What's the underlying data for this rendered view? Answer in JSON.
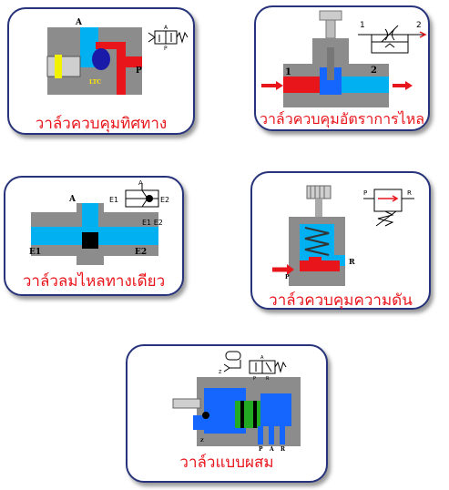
{
  "cards": [
    {
      "caption": "วาล์วควบคุมทิศทาง",
      "labels": {
        "a": "A",
        "p": "P",
        "ltc": "LTC"
      },
      "symbol_labels": {
        "a": "A",
        "p": "P"
      }
    },
    {
      "caption": "วาล์วควบคุมอัตราการไหล",
      "labels": {
        "port1": "1",
        "port2": "2"
      },
      "symbol_labels": {
        "port1": "1",
        "port2": "2"
      }
    },
    {
      "caption": "วาล์วลมไหลทางเดียว",
      "labels": {
        "a": "A",
        "e1": "E1",
        "e2": "E2"
      },
      "symbol_labels": {
        "a": "A",
        "e1": "E1",
        "e2": "E2",
        "combined": "E1 E2"
      }
    },
    {
      "caption": "วาล์วควบคุมความดัน",
      "labels": {
        "r": "R",
        "p": "P"
      },
      "symbol_labels": {
        "p": "P",
        "r": "R"
      }
    },
    {
      "caption": "วาล์วแบบผสม",
      "labels": {
        "z": "Z",
        "p": "P",
        "a": "A",
        "r": "R"
      },
      "symbol_labels": {
        "z": "Z",
        "a": "A",
        "p": "P",
        "r": "R"
      }
    }
  ],
  "colors": {
    "caption": "#e8151b",
    "border": "#27337a",
    "body_gray": "#8c8c8c",
    "cyan": "#00b0f0",
    "blue": "#1565ff",
    "red": "#e8151b",
    "green": "#22aa22"
  }
}
